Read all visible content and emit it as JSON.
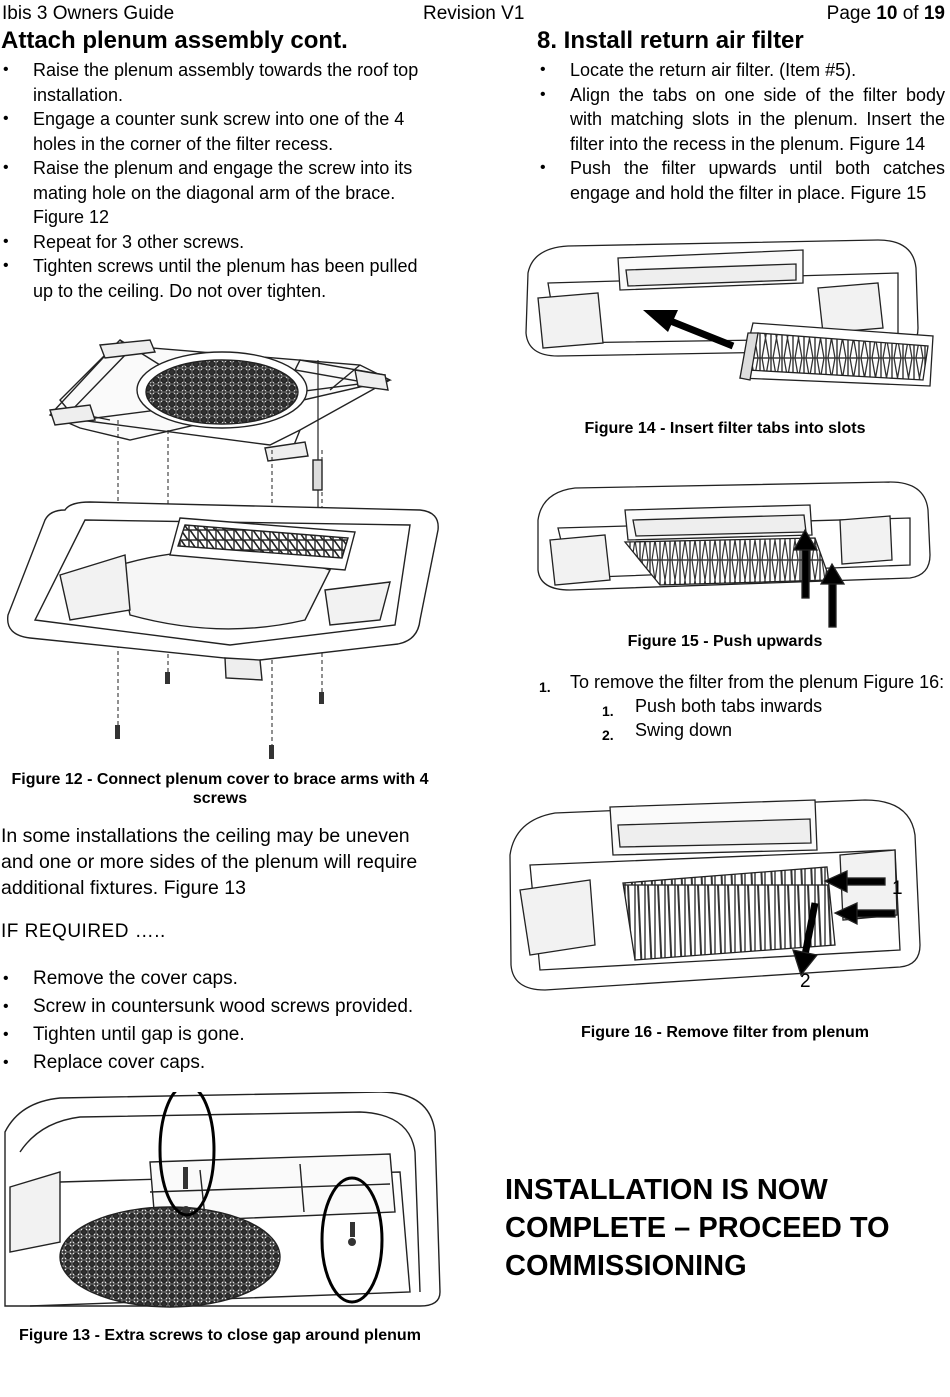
{
  "header": {
    "doc_title": "Ibis 3 Owners Guide",
    "revision": "Revision V1",
    "page_prefix": "Page",
    "page_num": "10",
    "page_of": "of",
    "page_total": "19"
  },
  "left": {
    "title": "Attach plenum assembly cont.",
    "bullets": [
      "Raise the plenum assembly towards the roof top installation.",
      "Engage a counter sunk screw into one of the 4 holes in the corner of the filter recess.",
      "Raise the plenum and engage the screw into its mating hole on the diagonal arm of the brace. Figure 12",
      "Repeat for 3 other screws.",
      "Tighten screws until the plenum has been pulled up to the ceiling. Do not over tighten."
    ],
    "fig12_caption": "Figure 12 - Connect plenum cover to brace arms with 4 screws",
    "paragraph": "In some installations the ceiling may be uneven and one or more sides of the plenum will require additional fixtures. Figure 13",
    "if_required": "IF REQUIRED …..",
    "bullets2": [
      "Remove the cover caps.",
      "Screw in countersunk wood screws provided.",
      "Tighten until gap is gone.",
      "Replace cover caps."
    ],
    "fig13_caption": "Figure 13 - Extra screws to close gap around plenum"
  },
  "right": {
    "title": "8.  Install return air filter",
    "bullets": [
      "Locate the return air filter. (Item #5).",
      "Align the tabs on one side of the filter body with matching slots in the plenum. Insert the filter into the recess in the plenum. Figure 14",
      "Push the filter upwards until both catches engage and hold the filter in place. Figure 15"
    ],
    "fig14_caption": "Figure 14 - Insert filter tabs into slots",
    "fig15_caption": "Figure 15 - Push upwards",
    "remove": {
      "num": "1.",
      "text": "To remove the filter from the plenum Figure 16:",
      "sub": [
        {
          "num": "1.",
          "text": "Push both tabs inwards"
        },
        {
          "num": "2.",
          "text": "Swing down"
        }
      ]
    },
    "fig16_label1": "1",
    "fig16_label2": "2",
    "fig16_caption": "Figure 16 - Remove filter from plenum",
    "final": "INSTALLATION IS NOW COMPLETE – PROCEED TO COMMISSIONING"
  }
}
